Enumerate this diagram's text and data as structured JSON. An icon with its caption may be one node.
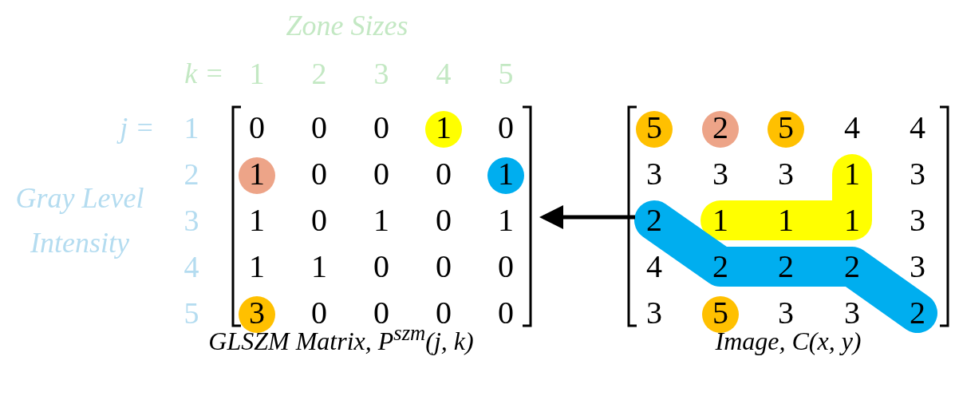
{
  "diagram": {
    "nodes": [
      {
        "text": [
          "GLSZM Matrix, P$^{szm}$(j, k)"
        ]
      },
      {
        "text": [
          "Image, C(x, y)"
        ]
      }
    ],
    "edges": [
      {
        "from": 1,
        "to": 0,
        "arrow": "to"
      }
    ],
    "labels": [
      "Zone Sizes",
      "k =",
      "1",
      "2",
      "3",
      "4",
      "5",
      "j =",
      "1",
      "2",
      "3",
      "4",
      "5",
      "Gray Level Intensity",
      "0",
      "0",
      "0",
      "1",
      "0",
      "1",
      "0",
      "0",
      "0",
      "1",
      "1",
      "0",
      "1",
      "0",
      "1",
      "1",
      "1",
      "0",
      "0",
      "0",
      "3",
      "0",
      "0",
      "0",
      "0",
      "5",
      "2",
      "5",
      "4",
      "4",
      "3",
      "3",
      "3",
      "1",
      "3",
      "2",
      "1",
      "1",
      "1",
      "3",
      "4",
      "2",
      "2",
      "2",
      "3",
      "3",
      "5",
      "3",
      "3",
      "2"
    ]
  }
}
